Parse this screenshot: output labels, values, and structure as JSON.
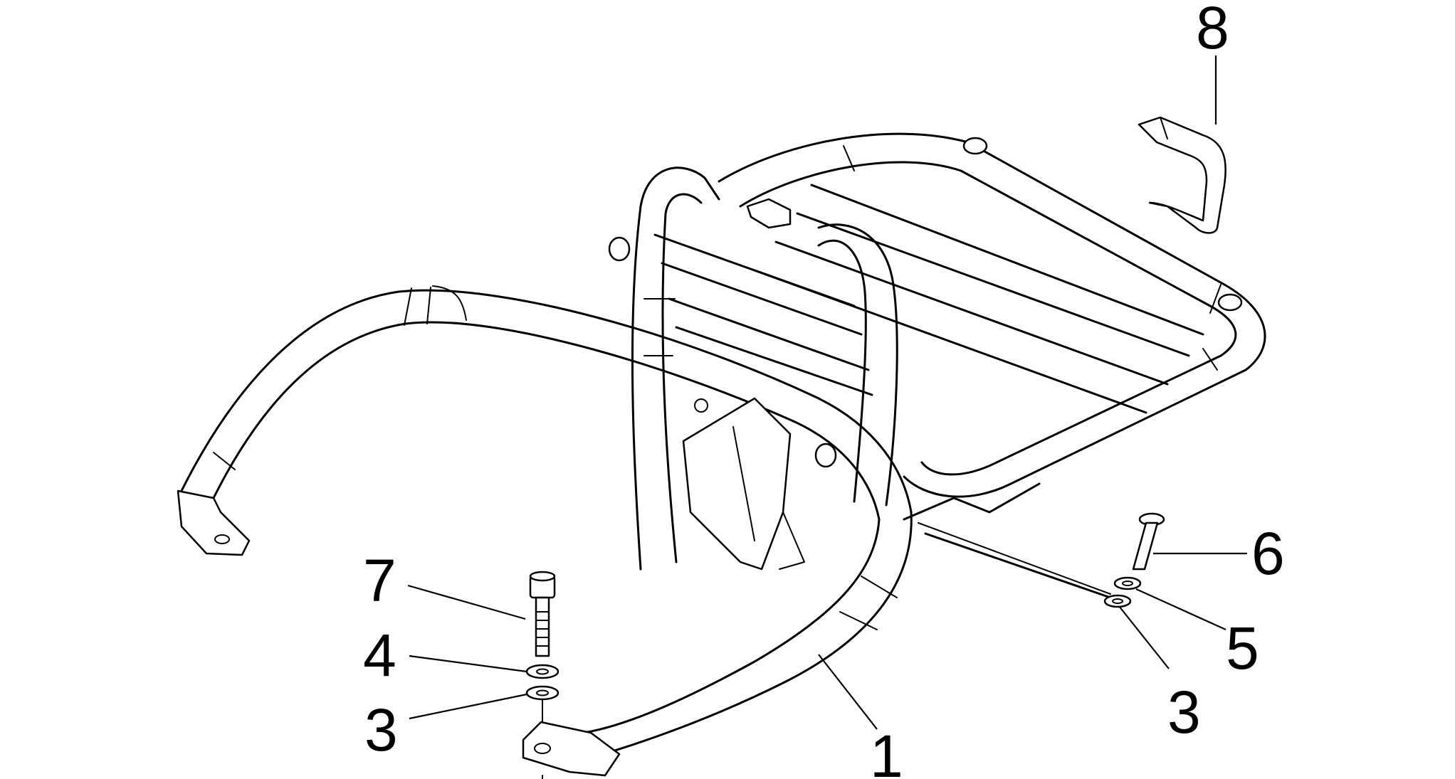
{
  "callouts": [
    {
      "id": "1",
      "label": "1"
    },
    {
      "id": "3a",
      "label": "3"
    },
    {
      "id": "3b",
      "label": "3"
    },
    {
      "id": "4",
      "label": "4"
    },
    {
      "id": "5",
      "label": "5"
    },
    {
      "id": "6",
      "label": "6"
    },
    {
      "id": "7",
      "label": "7"
    },
    {
      "id": "8",
      "label": "8"
    }
  ]
}
